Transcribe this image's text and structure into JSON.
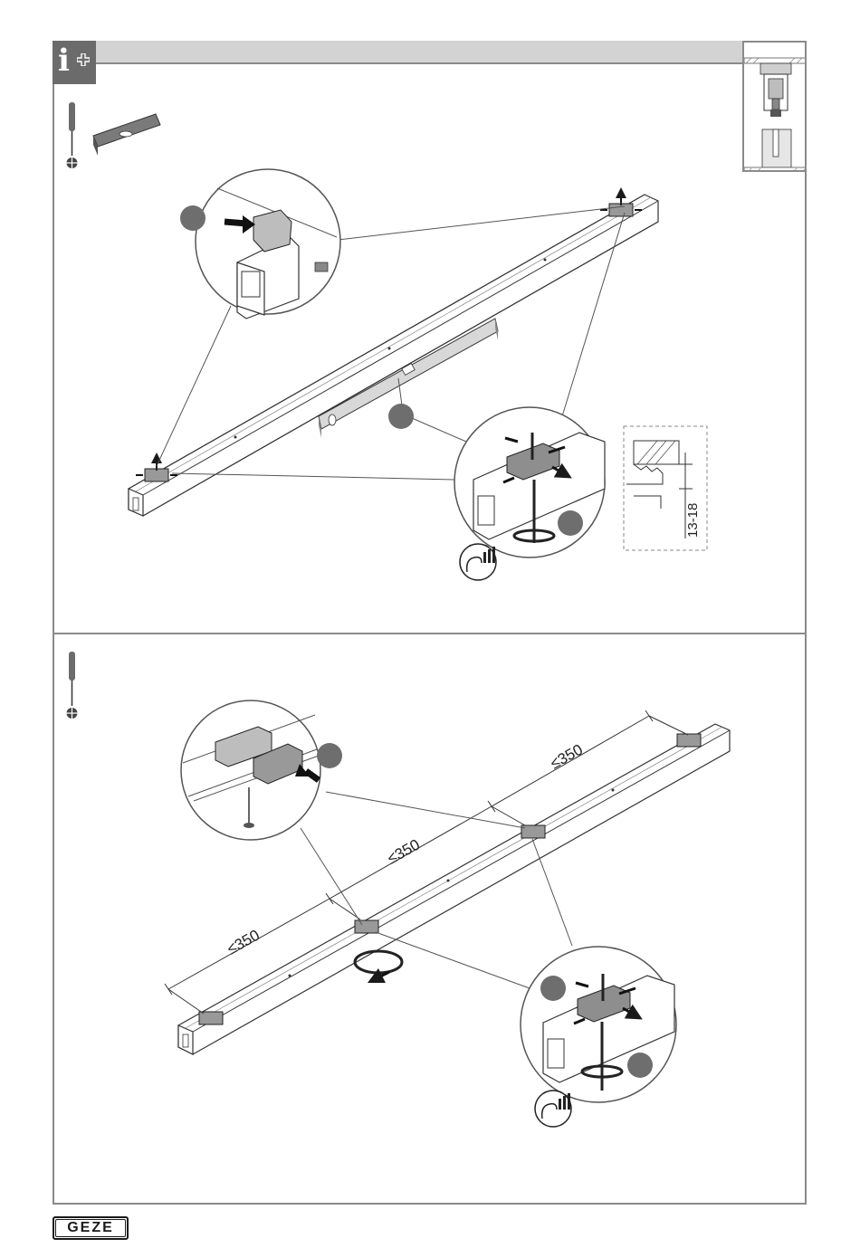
{
  "header": {
    "info_letter": "i",
    "info_icon": "info-plus-icon"
  },
  "step1": {
    "tools": [
      "screwdriver-icon",
      "spirit-level-icon"
    ],
    "dimension_label": "13-18",
    "callouts": [
      "detail-clip-insert",
      "detail-level",
      "detail-adjust-screw"
    ],
    "strength_icon": "hand-force-icon"
  },
  "step2": {
    "tools": [
      "screwdriver-icon"
    ],
    "spacing_labels": [
      "≤350",
      "≤350",
      "≤350"
    ],
    "strength_icon": "hand-force-icon"
  },
  "footer": {
    "brand": "GEZE"
  },
  "colors": {
    "frame": "#8a8a8a",
    "header_bar": "#d3d3d3",
    "info_box": "#6b6b6b",
    "callout_dot": "#6e6e6e",
    "arrow": "#1a1a1a"
  }
}
